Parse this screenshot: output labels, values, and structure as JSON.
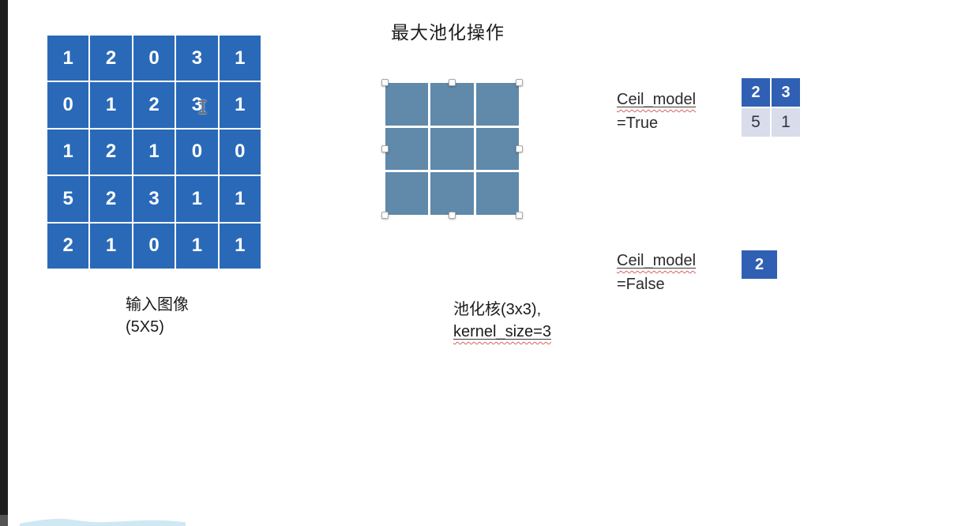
{
  "title": "最大池化操作",
  "input": {
    "matrix": [
      [
        1,
        2,
        0,
        3,
        1
      ],
      [
        0,
        1,
        2,
        3,
        1
      ],
      [
        1,
        2,
        1,
        0,
        0
      ],
      [
        5,
        2,
        3,
        1,
        1
      ],
      [
        2,
        1,
        0,
        1,
        1
      ]
    ],
    "caption_line1": "输入图像",
    "caption_line2": "(5X5)"
  },
  "kernel": {
    "matrix": [
      [
        "",
        "",
        ""
      ],
      [
        "",
        "",
        ""
      ],
      [
        "",
        "",
        ""
      ]
    ],
    "caption_line1": "池化核(3x3),",
    "caption_line2": "kernel_size=3"
  },
  "result_true": {
    "label_line1": "Ceil_model",
    "label_line2": "=True",
    "matrix": [
      [
        2,
        3
      ],
      [
        5,
        1
      ]
    ],
    "cell_styles": [
      [
        "dark",
        "dark"
      ],
      [
        "light",
        "light"
      ]
    ]
  },
  "result_false": {
    "label_line1": "Ceil_model",
    "label_line2": "=False",
    "matrix": [
      [
        2
      ]
    ],
    "cell_styles": [
      [
        "dark"
      ]
    ]
  },
  "colors": {
    "input_cell": "#2a69b8",
    "kernel_cell": "#6089aa",
    "result_dark_cell": "#3060b4",
    "result_light_cell": "#d9dcea",
    "squiggle": "#d95f5f",
    "wave": "#cfe8f4"
  },
  "cursor": "text-ibeam"
}
